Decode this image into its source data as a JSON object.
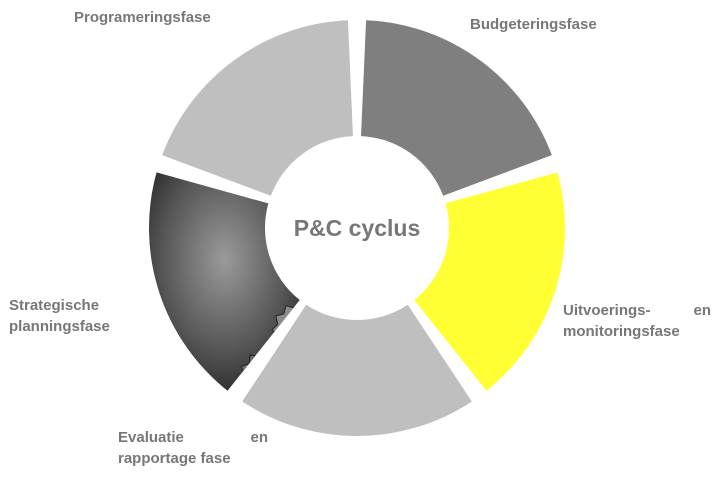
{
  "diagram": {
    "center_label": "P&C cyclus",
    "segments": [
      {
        "id": "programmering",
        "label_lines": [
          "Programeringsfase"
        ],
        "color": "#7f7f7f"
      },
      {
        "id": "budgetering",
        "label_lines": [
          "Budgeteringsfase"
        ],
        "color": "#ffff33"
      },
      {
        "id": "uitvoering",
        "label_lines": [
          "Uitvoerings-  en",
          "monitoringsfase"
        ],
        "color": "#bfbfbf"
      },
      {
        "id": "evaluatie",
        "label_lines": [
          "Evaluatie en",
          "rapportage fase"
        ],
        "color": "#5a5a5a",
        "fill_style": "gears-image"
      },
      {
        "id": "strategisch",
        "label_lines": [
          "Strategische",
          "planningsfase"
        ],
        "color": "#bfbfbf"
      }
    ],
    "eval_label_words": [
      "Evaluatie",
      "en"
    ],
    "label_color": "#777777",
    "center_text_color": "#777777"
  }
}
